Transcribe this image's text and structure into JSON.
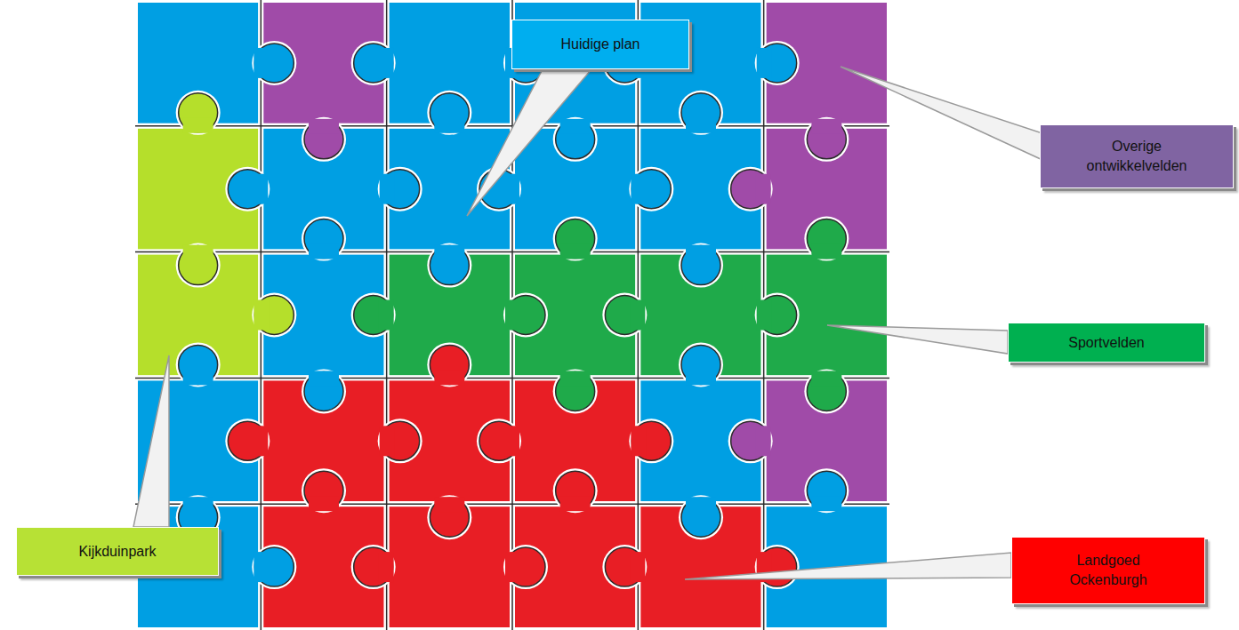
{
  "diagram": {
    "nodes": [
      {
        "text": [
          "Huidige plan"
        ]
      },
      {
        "text": [
          "Overige ontwikkelvelden"
        ]
      },
      {
        "text": [
          "Sportvelden"
        ]
      },
      {
        "text": [
          "Kijkduinpark"
        ]
      },
      {
        "text": [
          "Landgoed Ockenburgh"
        ]
      }
    ]
  }
}
